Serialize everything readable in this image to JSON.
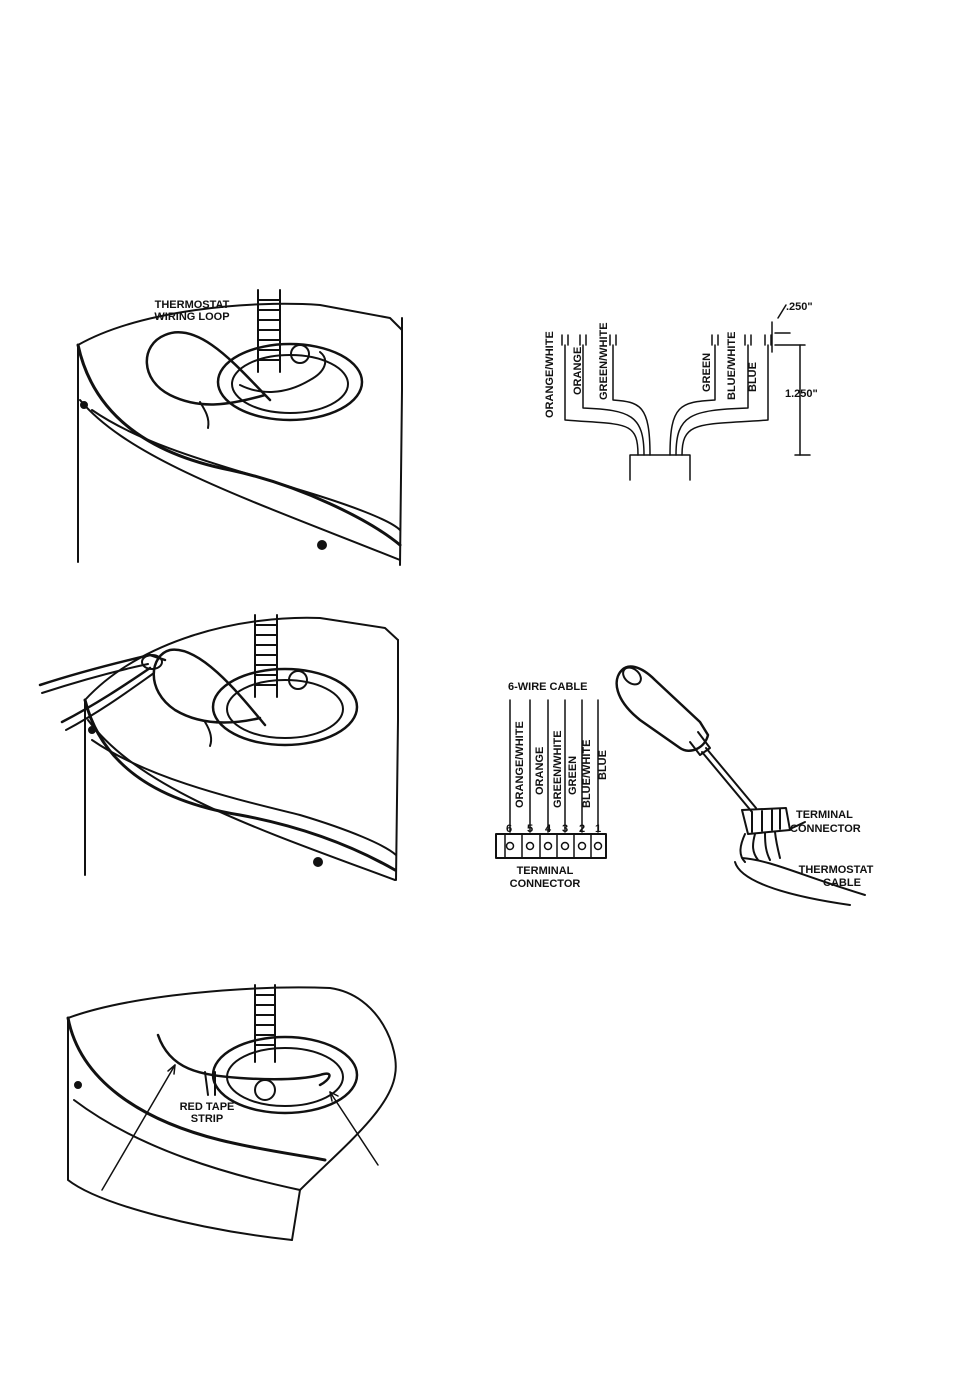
{
  "fig1": {
    "label_line1": "THERMOSTAT",
    "label_line2": "WIRING LOOP"
  },
  "strip_diagram": {
    "wires": [
      "ORANGE/WHITE",
      "ORANGE",
      "GREEN/WHITE",
      "GREEN",
      "BLUE/WHITE",
      "BLUE"
    ],
    "dim_short": ".250\"",
    "dim_long": "1.250\""
  },
  "connector_diagram": {
    "title": "6-WIRE CABLE",
    "wires": [
      "ORANGE/WHITE",
      "ORANGE",
      "GREEN/WHITE",
      "GREEN",
      "BLUE/WHITE",
      "BLUE"
    ],
    "terminals": [
      "6",
      "5",
      "4",
      "3",
      "2",
      "1"
    ],
    "label_line1": "TERMINAL",
    "label_line2": "CONNECTOR"
  },
  "screwdriver_fig": {
    "terminal_line1": "TERMINAL",
    "terminal_line2": "CONNECTOR",
    "cable_line1": "THERMOSTAT",
    "cable_line2": "CABLE"
  },
  "fig3": {
    "label_line1": "RED TAPE",
    "label_line2": "STRIP"
  }
}
